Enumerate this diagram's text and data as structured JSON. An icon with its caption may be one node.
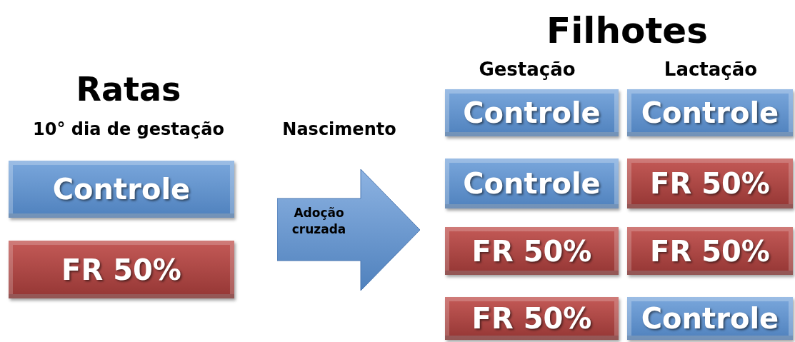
{
  "diagram": {
    "nodes": [
      {
        "text": [
          "Controle"
        ]
      },
      {
        "text": [
          "FR 50%"
        ]
      },
      {
        "text": [
          "Adoção cruzada"
        ]
      },
      {
        "text": [
          "Controle"
        ]
      },
      {
        "text": [
          "Controle"
        ]
      },
      {
        "text": [
          "Controle"
        ]
      },
      {
        "text": [
          "FR 50%"
        ]
      },
      {
        "text": [
          "FR 50%"
        ]
      },
      {
        "text": [
          "FR 50%"
        ]
      },
      {
        "text": [
          "FR 50%"
        ]
      },
      {
        "text": [
          "Controle"
        ]
      }
    ],
    "labels": [
      "Filhotes",
      "Gestação",
      "Lactação",
      "Ratas",
      "10° dia de gestação",
      "Nascimento"
    ]
  }
}
